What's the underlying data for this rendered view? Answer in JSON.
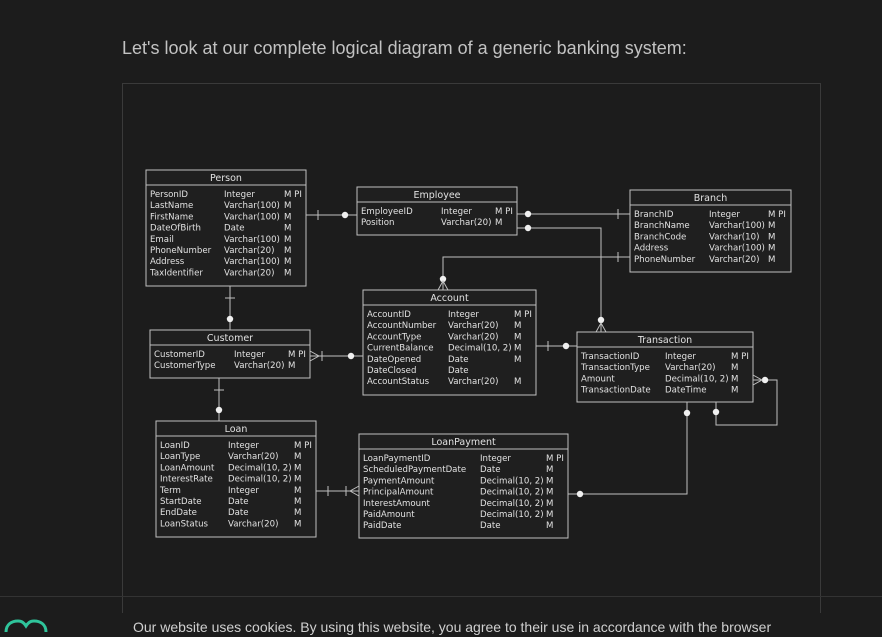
{
  "intro": "Let's look at our complete logical diagram of a generic banking system:",
  "cookie_text": "Our website uses cookies. By using this website, you agree to their use in accordance with the browser",
  "colors": {
    "background": "#1c1c1c",
    "line": "#bfbfbf",
    "entity_fill": "#1f1f1f"
  },
  "entities": [
    {
      "id": "person",
      "name": "Person",
      "attributes": [
        [
          "PersonID",
          "Integer",
          "M PI"
        ],
        [
          "LastName",
          "Varchar(100)",
          "M"
        ],
        [
          "FirstName",
          "Varchar(100)",
          "M"
        ],
        [
          "DateOfBirth",
          "Date",
          "M"
        ],
        [
          "Email",
          "Varchar(100)",
          "M"
        ],
        [
          "PhoneNumber",
          "Varchar(20)",
          "M"
        ],
        [
          "Address",
          "Varchar(100)",
          "M"
        ],
        [
          "TaxIdentifier",
          "Varchar(20)",
          "M"
        ]
      ]
    },
    {
      "id": "employee",
      "name": "Employee",
      "attributes": [
        [
          "EmployeeID",
          "Integer",
          "M PI"
        ],
        [
          "Position",
          "Varchar(20)",
          "M"
        ]
      ]
    },
    {
      "id": "branch",
      "name": "Branch",
      "attributes": [
        [
          "BranchID",
          "Integer",
          "M PI"
        ],
        [
          "BranchName",
          "Varchar(100)",
          "M"
        ],
        [
          "BranchCode",
          "Varchar(10)",
          "M"
        ],
        [
          "Address",
          "Varchar(100)",
          "M"
        ],
        [
          "PhoneNumber",
          "Varchar(20)",
          "M"
        ]
      ]
    },
    {
      "id": "account",
      "name": "Account",
      "attributes": [
        [
          "AccountID",
          "Integer",
          "M PI"
        ],
        [
          "AccountNumber",
          "Varchar(20)",
          "M"
        ],
        [
          "AccountType",
          "Varchar(20)",
          "M"
        ],
        [
          "CurrentBalance",
          "Decimal(10, 2)",
          "M"
        ],
        [
          "DateOpened",
          "Date",
          "M"
        ],
        [
          "DateClosed",
          "Date",
          ""
        ],
        [
          "AccountStatus",
          "Varchar(20)",
          "M"
        ]
      ]
    },
    {
      "id": "customer",
      "name": "Customer",
      "attributes": [
        [
          "CustomerID",
          "Integer",
          "M PI"
        ],
        [
          "CustomerType",
          "Varchar(20)",
          "M"
        ]
      ]
    },
    {
      "id": "transaction",
      "name": "Transaction",
      "attributes": [
        [
          "TransactionID",
          "Integer",
          "M PI"
        ],
        [
          "TransactionType",
          "Varchar(20)",
          "M"
        ],
        [
          "Amount",
          "Decimal(10, 2)",
          "M"
        ],
        [
          "TransactionDate",
          "DateTime",
          "M"
        ]
      ]
    },
    {
      "id": "loan",
      "name": "Loan",
      "attributes": [
        [
          "LoanID",
          "Integer",
          "M PI"
        ],
        [
          "LoanType",
          "Varchar(20)",
          "M"
        ],
        [
          "LoanAmount",
          "Decimal(10, 2)",
          "M"
        ],
        [
          "InterestRate",
          "Decimal(10, 2)",
          "M"
        ],
        [
          "Term",
          "Integer",
          "M"
        ],
        [
          "StartDate",
          "Date",
          "M"
        ],
        [
          "EndDate",
          "Date",
          "M"
        ],
        [
          "LoanStatus",
          "Varchar(20)",
          "M"
        ]
      ]
    },
    {
      "id": "loanpayment",
      "name": "LoanPayment",
      "attributes": [
        [
          "LoanPaymentID",
          "Integer",
          "M PI"
        ],
        [
          "ScheduledPaymentDate",
          "Date",
          "M"
        ],
        [
          "PaymentAmount",
          "Decimal(10, 2)",
          "M"
        ],
        [
          "PrincipalAmount",
          "Decimal(10, 2)",
          "M"
        ],
        [
          "InterestAmount",
          "Decimal(10, 2)",
          "M"
        ],
        [
          "PaidAmount",
          "Decimal(10, 2)",
          "M"
        ],
        [
          "PaidDate",
          "Date",
          "M"
        ]
      ]
    }
  ],
  "relationships": [
    {
      "from": "person",
      "to": "employee"
    },
    {
      "from": "person",
      "to": "customer"
    },
    {
      "from": "employee",
      "to": "branch"
    },
    {
      "from": "employee",
      "to": "transaction"
    },
    {
      "from": "branch",
      "to": "account"
    },
    {
      "from": "customer",
      "to": "account"
    },
    {
      "from": "customer",
      "to": "loan"
    },
    {
      "from": "account",
      "to": "transaction"
    },
    {
      "from": "transaction",
      "to": "transaction"
    },
    {
      "from": "transaction",
      "to": "loanpayment"
    },
    {
      "from": "loan",
      "to": "loanpayment"
    }
  ]
}
